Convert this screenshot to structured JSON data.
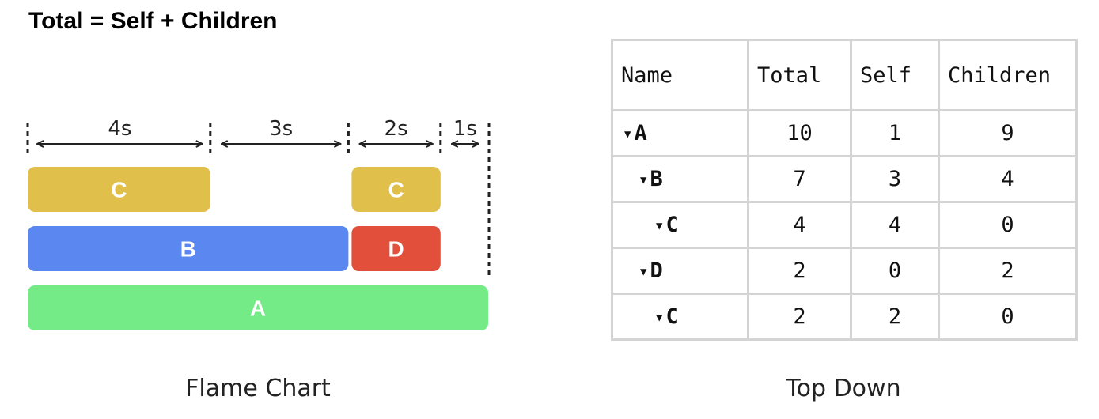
{
  "title": "Total = Self + Children",
  "flame_chart": {
    "caption": "Flame Chart",
    "durations": [
      {
        "label": "4s",
        "seconds": 4
      },
      {
        "label": "3s",
        "seconds": 3
      },
      {
        "label": "2s",
        "seconds": 2
      },
      {
        "label": "1s",
        "seconds": 1
      }
    ],
    "total_seconds": 10,
    "rows": [
      {
        "level": 2,
        "blocks": [
          {
            "label": "C",
            "start": 0,
            "end": 4,
            "color": "#e0c04a"
          },
          {
            "label": "C",
            "start": 7,
            "end": 9,
            "color": "#e0c04a"
          }
        ]
      },
      {
        "level": 1,
        "blocks": [
          {
            "label": "B",
            "start": 0,
            "end": 7,
            "color": "#5b87f0"
          },
          {
            "label": "D",
            "start": 7,
            "end": 9,
            "color": "#e2503c"
          }
        ]
      },
      {
        "level": 0,
        "blocks": [
          {
            "label": "A",
            "start": 0,
            "end": 10,
            "color": "#74eb87"
          }
        ]
      }
    ]
  },
  "top_down": {
    "caption": "Top Down",
    "headers": [
      "Name",
      "Total",
      "Self",
      "Children"
    ],
    "rows": [
      {
        "name": "A",
        "depth": 0,
        "total": "10",
        "self": "1",
        "children": "9"
      },
      {
        "name": "B",
        "depth": 1,
        "total": "7",
        "self": "3",
        "children": "4"
      },
      {
        "name": "C",
        "depth": 2,
        "total": "4",
        "self": "4",
        "children": "0"
      },
      {
        "name": "D",
        "depth": 1,
        "total": "2",
        "self": "0",
        "children": "2"
      },
      {
        "name": "C",
        "depth": 2,
        "total": "2",
        "self": "2",
        "children": "0"
      }
    ],
    "expand_glyph": "▼"
  }
}
